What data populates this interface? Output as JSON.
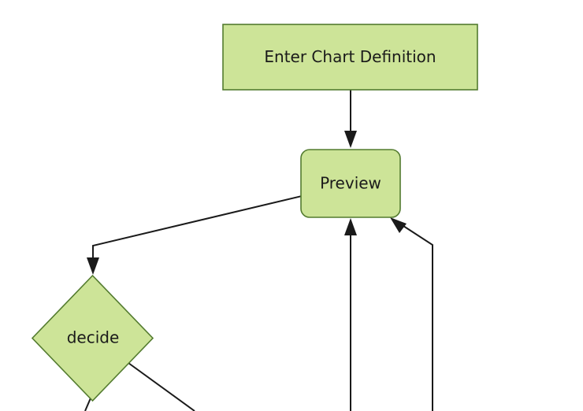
{
  "diagram": {
    "type": "flowchart",
    "direction": "top-down",
    "background_color": "#ffffff",
    "node_fill_color": "#cde498",
    "node_stroke_color": "#537b2f",
    "edge_color": "#1a1a1a",
    "text_color": "#1a1a1a",
    "nodes": [
      {
        "id": "enter",
        "label": "Enter Chart Definition",
        "shape": "rectangle"
      },
      {
        "id": "preview",
        "label": "Preview",
        "shape": "rounded-rectangle"
      },
      {
        "id": "decide",
        "label": "decide",
        "shape": "diamond"
      }
    ],
    "edges": [
      {
        "from": "enter",
        "to": "preview",
        "label": ""
      },
      {
        "from": "preview",
        "to": "decide",
        "label": ""
      },
      {
        "from": "below-left",
        "to": "preview",
        "label": ""
      },
      {
        "from": "below-right",
        "to": "preview",
        "label": ""
      },
      {
        "from": "decide",
        "to": "below-left-branch",
        "label": ""
      },
      {
        "from": "decide",
        "to": "below-right-branch",
        "label": ""
      }
    ]
  }
}
